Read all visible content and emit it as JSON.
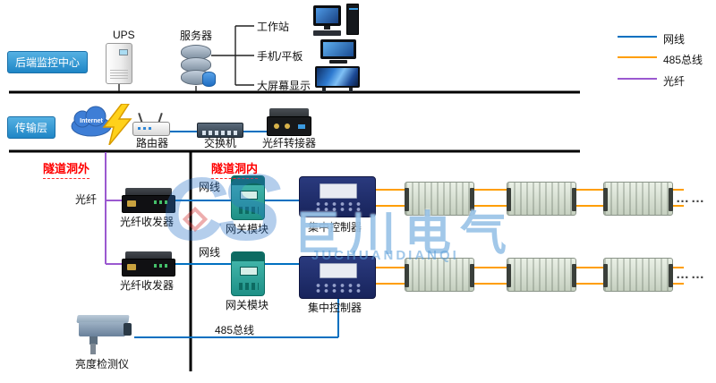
{
  "layers": {
    "monitoring": "后端监控中心",
    "transmission": "传输层"
  },
  "monitoring": {
    "ups": "UPS",
    "server": "服务器",
    "workstation": "工作站",
    "mobile": "手机/平板",
    "big_screen": "大屏幕显示"
  },
  "legend": {
    "items": [
      {
        "label": "网线",
        "color": "#0070C0"
      },
      {
        "label": "485总线",
        "color": "#FF9E00"
      },
      {
        "label": "光纤",
        "color": "#9B59D0"
      }
    ]
  },
  "transmission": {
    "internet": "Internet",
    "router": "路由器",
    "switch": "交换机",
    "fiber_adapter": "光纤转接器"
  },
  "tunnel": {
    "outside": "隧道洞外",
    "inside": "隧道洞内",
    "fiber": "光纤",
    "transceiver1": "光纤收发器",
    "transceiver2": "光纤收发器",
    "cable1": "网线",
    "cable2": "网线",
    "gateway1": "网关模块",
    "gateway2": "网关模块",
    "controller1": "集中控制器",
    "controller2": "集中控制器",
    "bus": "485总线",
    "camera": "亮度检测仪",
    "ellipsis1": "……",
    "ellipsis2": "……"
  },
  "watermark": {
    "logo_c": "C",
    "logo_s": "S",
    "title": "巨川电气",
    "subtitle": "JUCHUANDIANQI"
  },
  "colors": {
    "cable": "#0070C0",
    "bus": "#FF9E00",
    "fiber": "#9B59D0",
    "structure": "#000000",
    "badge": "#2E96D4",
    "alert": "#FF0000"
  }
}
